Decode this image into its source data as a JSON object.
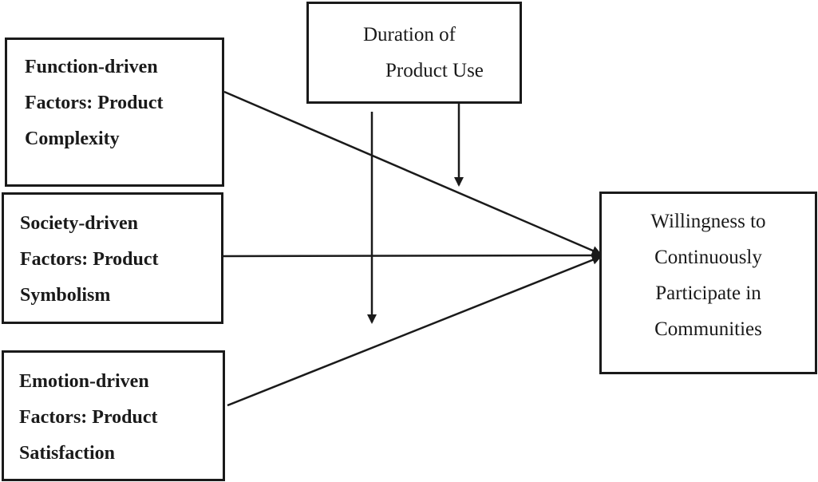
{
  "diagram": {
    "predictors": {
      "function": [
        "Function-driven",
        "Factors: Product",
        "Complexity"
      ],
      "society": [
        "Society-driven",
        "Factors: Product",
        "Symbolism"
      ],
      "emotion": [
        "Emotion-driven",
        "Factors: Product",
        "Satisfaction"
      ]
    },
    "moderator": [
      "Duration of",
      "Product Use"
    ],
    "outcome": [
      "Willingness to",
      "Continuously",
      "Participate in",
      "Communities"
    ]
  }
}
